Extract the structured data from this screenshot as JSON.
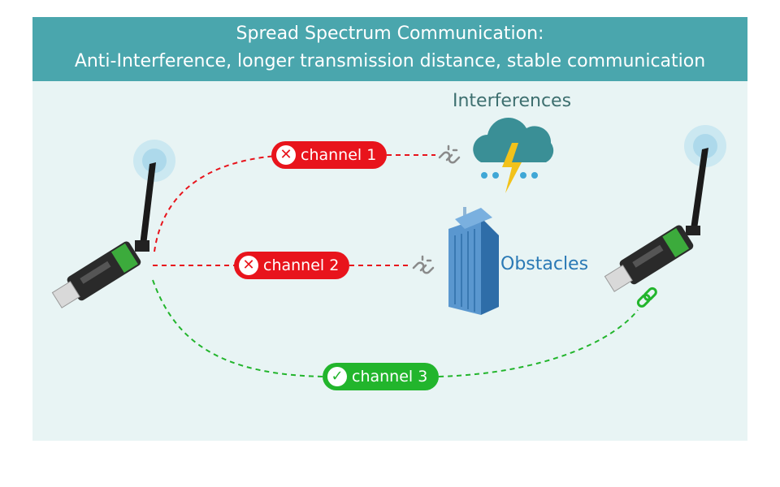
{
  "header": {
    "title": "Spread Spectrum Communication:",
    "subtitle": "Anti-Interference, longer transmission distance, stable communication"
  },
  "labels": {
    "interferences": "Interferences",
    "obstacles": "Obstacles"
  },
  "channels": [
    {
      "label": "channel 1",
      "status": "blocked",
      "badge": "✕"
    },
    {
      "label": "channel 2",
      "status": "blocked",
      "badge": "✕"
    },
    {
      "label": "channel 3",
      "status": "connected",
      "badge": "✓"
    }
  ],
  "colors": {
    "header_bg": "#4aa6ad",
    "panel_bg": "#e8f4f4",
    "blocked": "#e8141c",
    "connected": "#22b52c"
  },
  "icons": [
    "antenna-device-icon",
    "broken-link-icon",
    "storm-cloud-icon",
    "building-icon",
    "link-icon"
  ]
}
